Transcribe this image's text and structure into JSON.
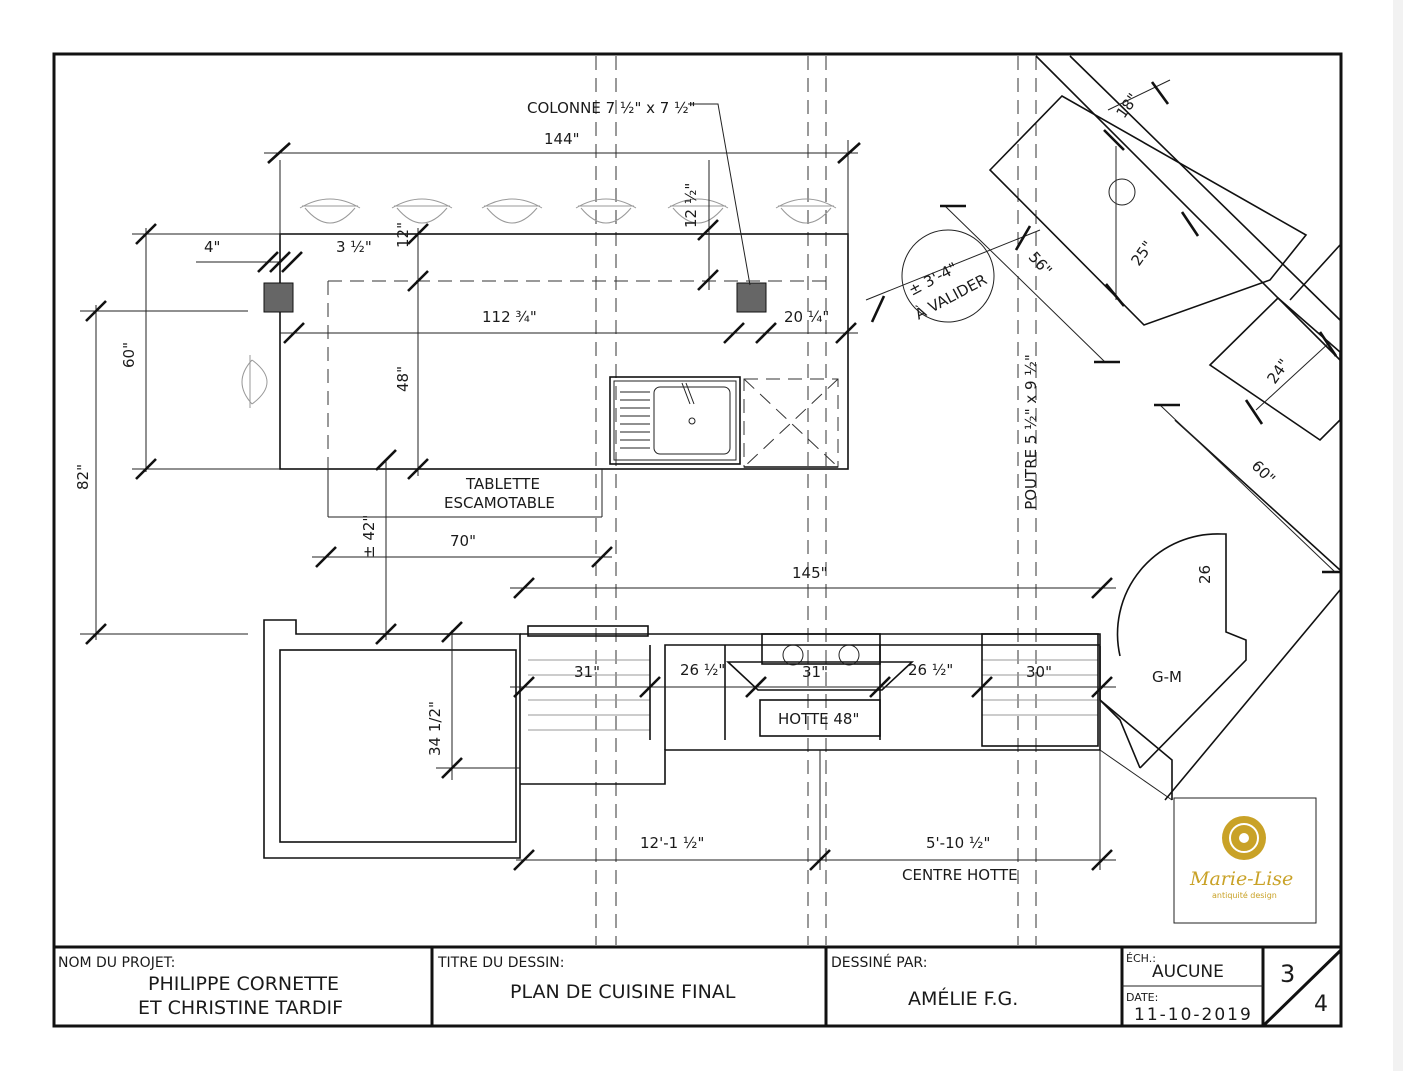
{
  "drawing": {
    "labels": {
      "colonne": "COLONNE 7 ½\" x 7 ½\"",
      "tablette_line1": "TABLETTE",
      "tablette_line2": "ESCAMOTABLE",
      "poutre": "POUTRE 5 ½\" x 9 ½\"",
      "a_valider_line1": "± 3'-4\"",
      "a_valider_line2": "À VALIDER",
      "hotte": "HOTTE 48\"",
      "gm": "G-M",
      "centre_hotte": "CENTRE HOTTE"
    },
    "dimensions": {
      "d144": "144\"",
      "d4": "4\"",
      "d3_5": "3 ½\"",
      "d12": "12\"",
      "d12_5": "12 ½\"",
      "d112_75": "112 ¾\"",
      "d20_25": "20 ¼\"",
      "d60": "60\"",
      "d48": "48\"",
      "d82": "82\"",
      "d42": "± 42\"",
      "d70": "70\"",
      "d145": "145\"",
      "d31a": "31\"",
      "d26_5a": "26 ½\"",
      "d31b": "31\"",
      "d26_5b": "26 ½\"",
      "d30": "30\"",
      "d34_5": "34 1/2\"",
      "d12_1_5": "12'-1 ½\"",
      "d5_10_5": "5'-10 ½\"",
      "d26": "26",
      "d18": "18\"",
      "d25": "25\"",
      "d56": "56\"",
      "d24": "24\"",
      "d60b": "60\""
    }
  },
  "logo": {
    "name": "Marie-Lise",
    "tagline": "antiquité design",
    "color": "#c9a227"
  },
  "title_block": {
    "project": {
      "label": "NOM DU PROJET:",
      "line1": "PHILIPPE CORNETTE",
      "line2": "ET CHRISTINE TARDIF"
    },
    "title": {
      "label": "TITRE DU DESSIN:",
      "value": "PLAN DE CUISINE FINAL"
    },
    "drawn_by": {
      "label": "DESSINÉ PAR:",
      "value": "AMÉLIE F.G."
    },
    "scale": {
      "label": "ÉCH.:",
      "value": "AUCUNE"
    },
    "date": {
      "label": "DATE:",
      "value": "11-10-2019"
    },
    "sheet": {
      "number": "3",
      "total": "4"
    }
  }
}
